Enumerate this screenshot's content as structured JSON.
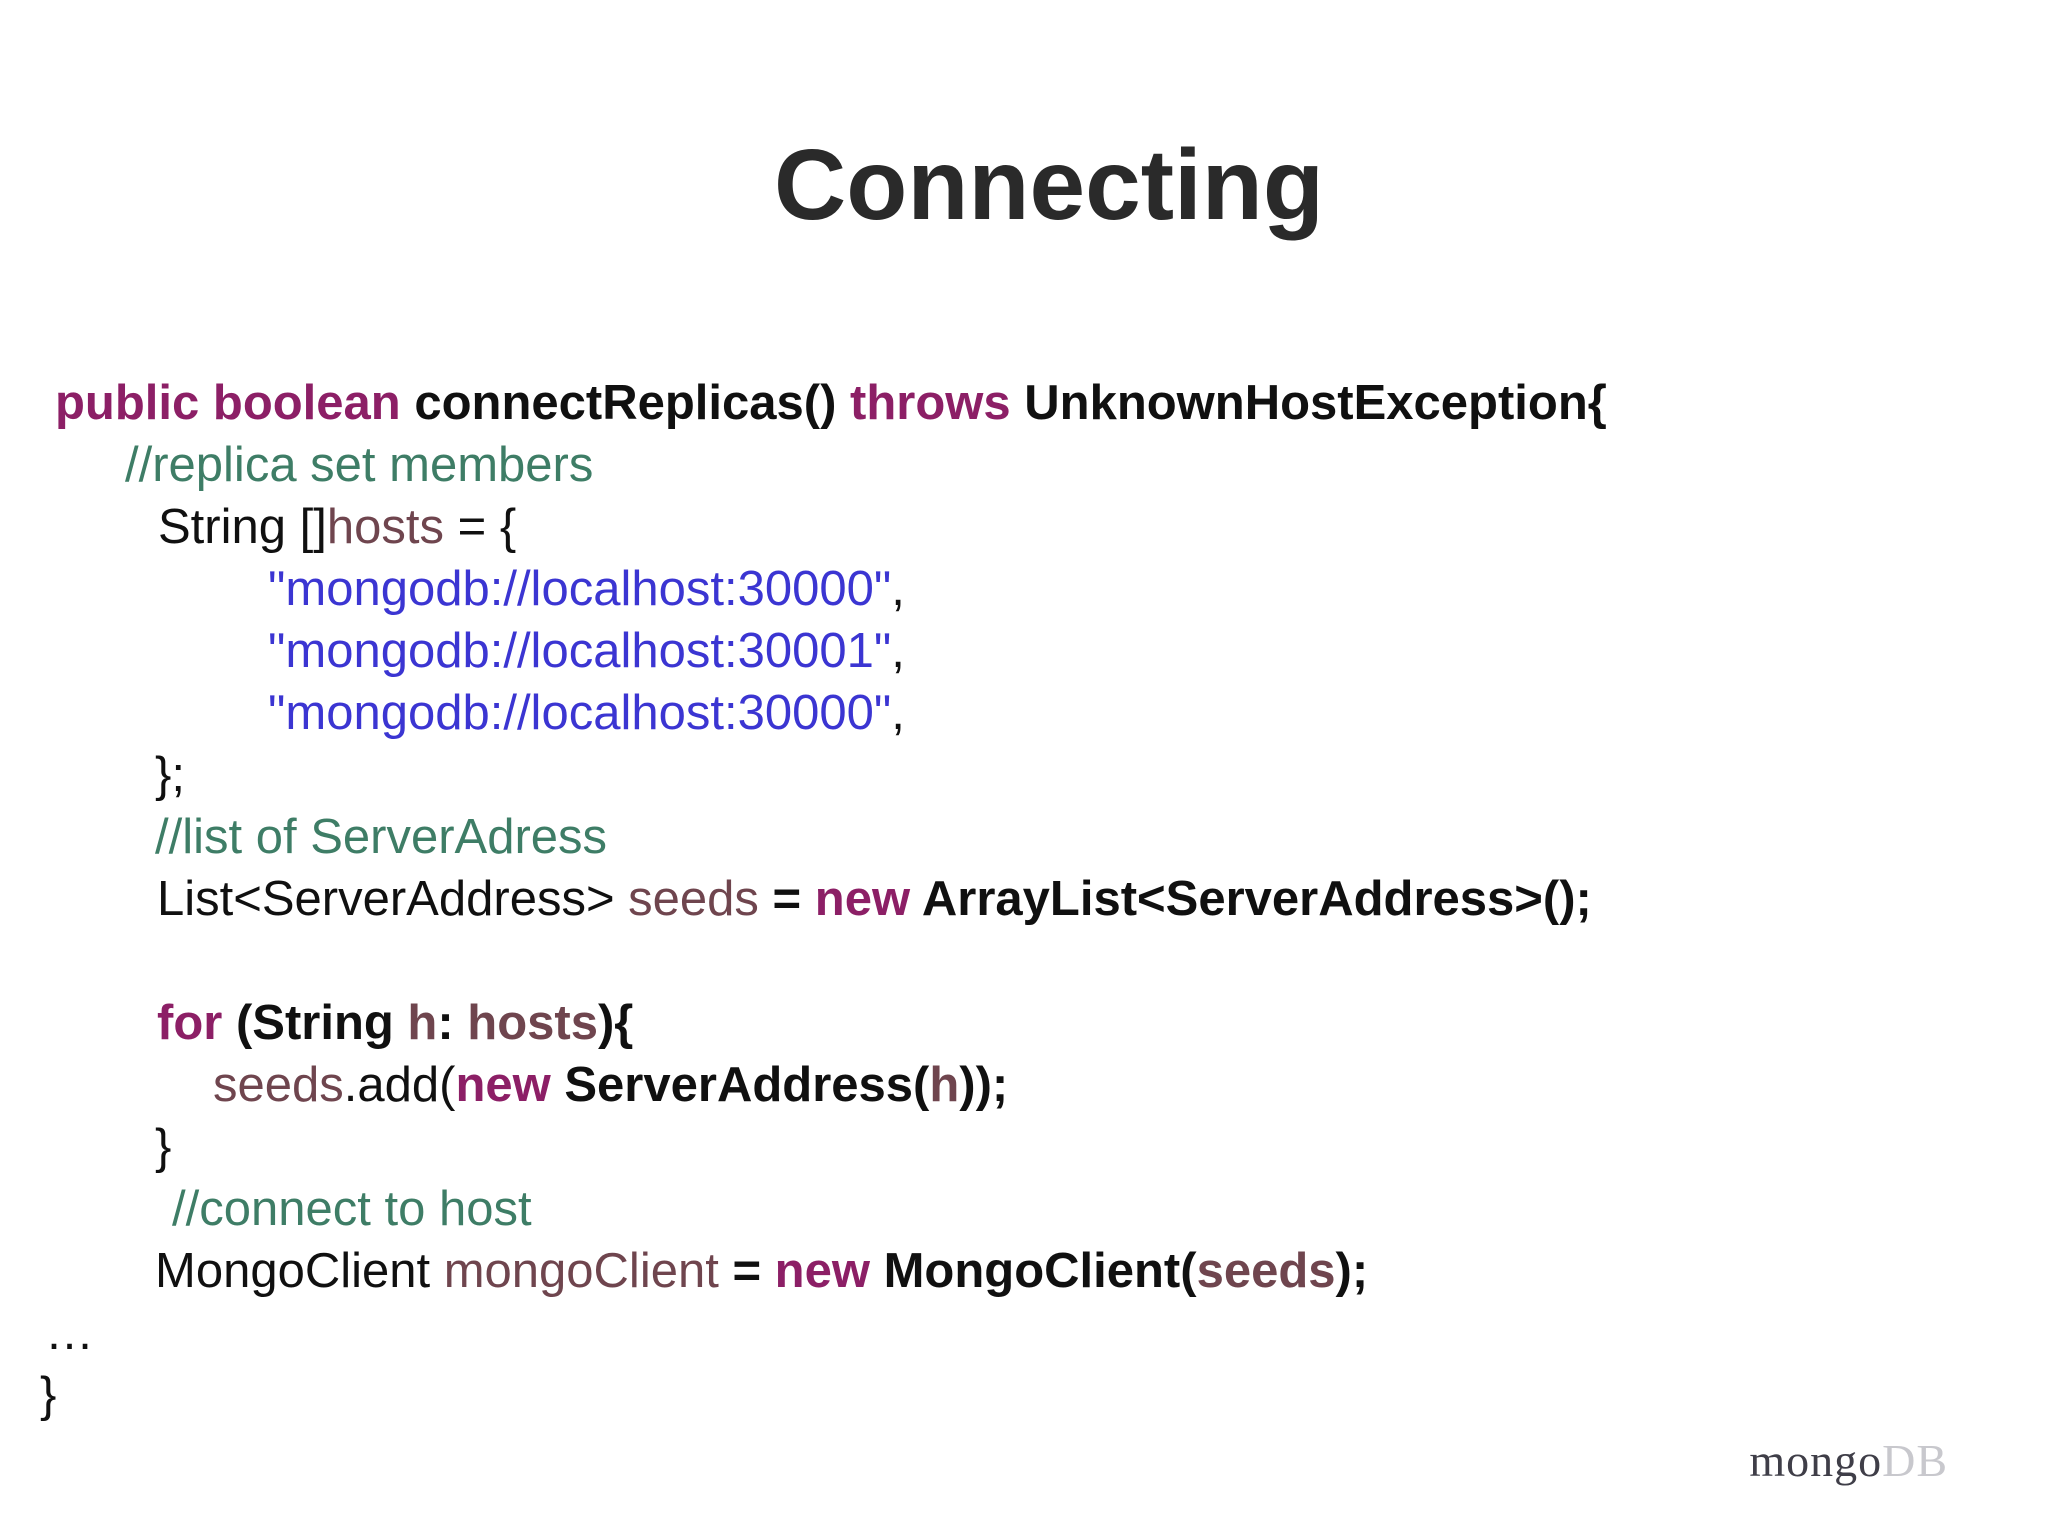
{
  "title": "Connecting",
  "logo": {
    "mongo": "mongo",
    "db": "DB"
  },
  "colors": {
    "title": "#2a2a2a",
    "code": "#101010",
    "keyword": "#8c1f66",
    "comment": "#3e7d66",
    "string": "#3b35d2",
    "identifier": "#6f454e",
    "logo_mongo": "#3f3e48",
    "logo_db": "#c8c8cd"
  },
  "code": {
    "lines": [
      {
        "indent": 55,
        "tokens": [
          {
            "c": "kw",
            "t": "public boolean ",
            "b": 1
          },
          {
            "c": "pl",
            "t": "connectReplicas() ",
            "b": 1
          },
          {
            "c": "kw",
            "t": "throws ",
            "b": 1
          },
          {
            "c": "pl",
            "t": "UnknownHostException{",
            "b": 1
          }
        ]
      },
      {
        "indent": 125,
        "tokens": [
          {
            "c": "com",
            "t": "//replica set members"
          }
        ]
      },
      {
        "indent": 158,
        "tokens": [
          {
            "c": "pl",
            "t": "String []"
          },
          {
            "c": "id",
            "t": "hosts"
          },
          {
            "c": "pl",
            "t": " = {"
          }
        ]
      },
      {
        "indent": 268,
        "tokens": [
          {
            "c": "str",
            "t": "\"mongodb://localhost:30000\""
          },
          {
            "c": "pl",
            "t": ","
          }
        ]
      },
      {
        "indent": 268,
        "tokens": [
          {
            "c": "str",
            "t": "\"mongodb://localhost:30001\""
          },
          {
            "c": "pl",
            "t": ","
          }
        ]
      },
      {
        "indent": 268,
        "tokens": [
          {
            "c": "str",
            "t": "\"mongodb://localhost:30000\""
          },
          {
            "c": "pl",
            "t": ","
          }
        ]
      },
      {
        "indent": 155,
        "tokens": [
          {
            "c": "pl",
            "t": "};"
          }
        ]
      },
      {
        "indent": 155,
        "tokens": [
          {
            "c": "com",
            "t": "//list of ServerAdress"
          }
        ]
      },
      {
        "indent": 157,
        "tokens": [
          {
            "c": "pl",
            "t": "List<ServerAddress> "
          },
          {
            "c": "id",
            "t": "seeds"
          },
          {
            "c": "pl",
            "t": " = ",
            "b": 1
          },
          {
            "c": "kw",
            "t": "new ",
            "b": 1
          },
          {
            "c": "pl",
            "t": "ArrayList<ServerAddress>();",
            "b": 1
          }
        ]
      },
      {
        "indent": 157,
        "tokens": []
      },
      {
        "indent": 157,
        "tokens": [
          {
            "c": "kw",
            "t": "for ",
            "b": 1
          },
          {
            "c": "pl",
            "t": "(String ",
            "b": 1
          },
          {
            "c": "id",
            "t": "h",
            "b": 1
          },
          {
            "c": "pl",
            "t": ": ",
            "b": 1
          },
          {
            "c": "id",
            "t": "hosts",
            "b": 1
          },
          {
            "c": "pl",
            "t": "){",
            "b": 1
          }
        ]
      },
      {
        "indent": 213,
        "tokens": [
          {
            "c": "id",
            "t": "seeds"
          },
          {
            "c": "pl",
            "t": ".add("
          },
          {
            "c": "kw",
            "t": "new ",
            "b": 1
          },
          {
            "c": "pl",
            "t": "ServerAddress(",
            "b": 1
          },
          {
            "c": "id",
            "t": "h",
            "b": 1
          },
          {
            "c": "pl",
            "t": "));",
            "b": 1
          }
        ]
      },
      {
        "indent": 155,
        "tokens": [
          {
            "c": "pl",
            "t": "}"
          }
        ]
      },
      {
        "indent": 172,
        "tokens": [
          {
            "c": "com",
            "t": "//connect to host"
          }
        ]
      },
      {
        "indent": 155,
        "tokens": [
          {
            "c": "pl",
            "t": "MongoClient "
          },
          {
            "c": "id",
            "t": "mongoClient"
          },
          {
            "c": "pl",
            "t": " = ",
            "b": 1
          },
          {
            "c": "kw",
            "t": "new ",
            "b": 1
          },
          {
            "c": "pl",
            "t": "MongoClient(",
            "b": 1
          },
          {
            "c": "id",
            "t": "seeds",
            "b": 1
          },
          {
            "c": "pl",
            "t": ");",
            "b": 1
          }
        ]
      },
      {
        "indent": 45,
        "tokens": [
          {
            "c": "pl",
            "t": "…"
          }
        ]
      },
      {
        "indent": 40,
        "tokens": [
          {
            "c": "pl",
            "t": "}"
          }
        ]
      }
    ]
  }
}
